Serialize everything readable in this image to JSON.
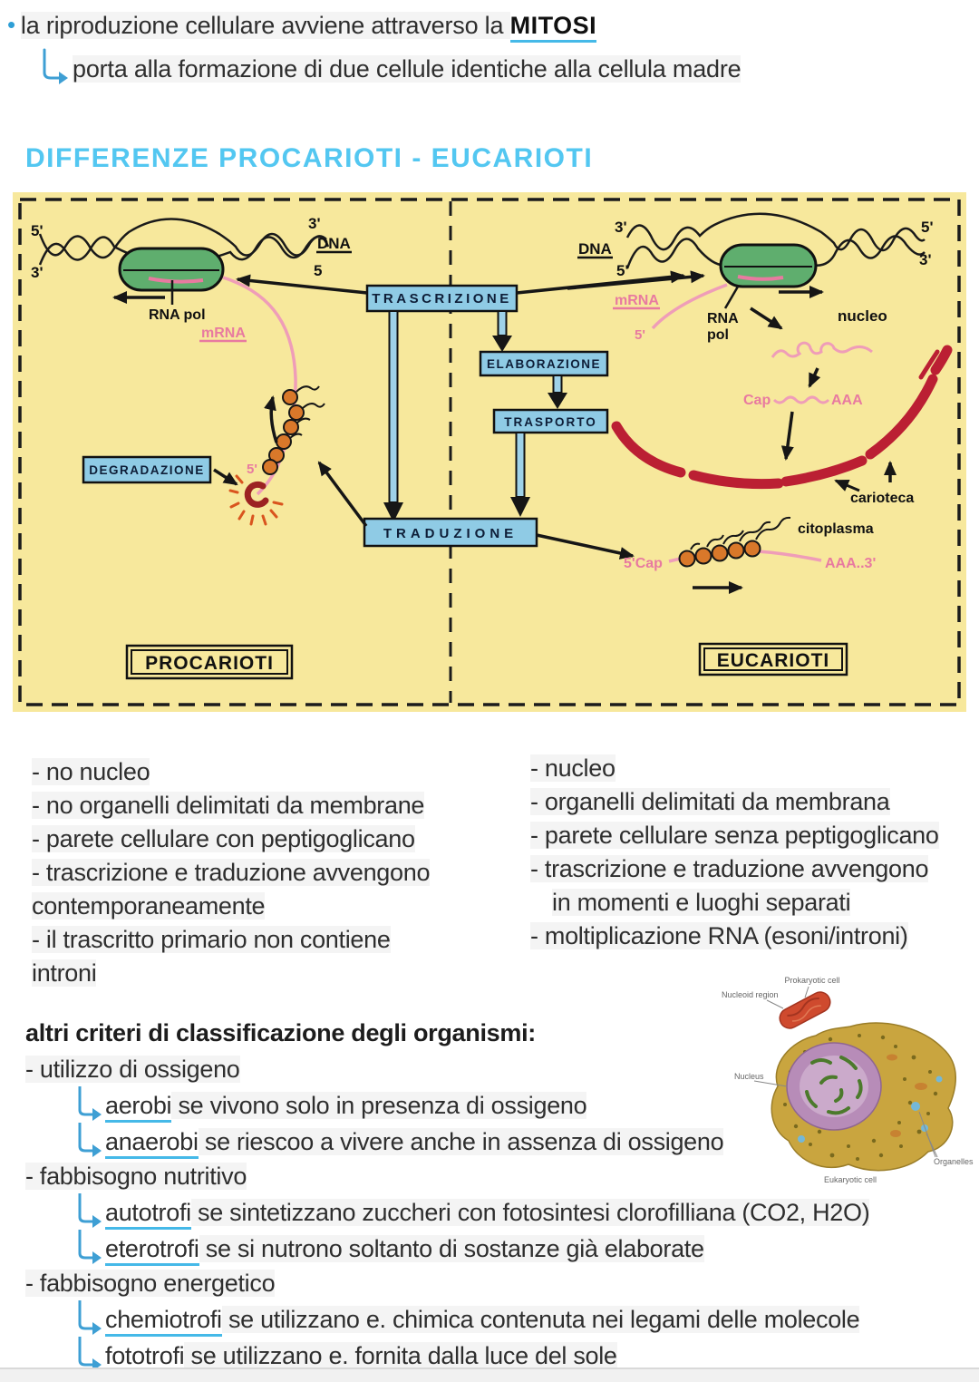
{
  "colors": {
    "accent_cyan": "#53c7f1",
    "link_blue": "#3e9fd4",
    "underline_blue": "#45b9e8",
    "diagram_yellow": "#f7e89c",
    "process_box_blue": "#8fcbe5",
    "mrna_pink": "#e87aa0",
    "carioteca_red": "#bb1f33",
    "rna_pol_green": "#5fae6e",
    "ribosome_orange": "#d9782a"
  },
  "icons": {
    "bullet_icon": "•",
    "elbow_arrow_icon": "↳"
  },
  "intro": {
    "line1_pre": "la riproduzione cellulare avviene attraverso la ",
    "line1_keyword": "MITOSI",
    "line2": "porta alla formazione di due cellule identiche alla cellula madre"
  },
  "heading": "DIFFERENZE PROCARIOTI - EUCARIOTI",
  "diagram": {
    "process_boxes": {
      "trascrizione": "TRASCRIZIONE",
      "elaborazione": "ELABORAZIONE",
      "trasporto": "TRASPORTO",
      "traduzione": "TRADUZIONE",
      "degradazione": "DEGRADAZIONE"
    },
    "section_labels": {
      "procarioti": "PROCARIOTI",
      "eucarioti": "EUCARIOTI"
    },
    "labels": {
      "dna": "DNA",
      "rna_pol": "RNA pol",
      "rna": "RNA",
      "pol": "pol",
      "mrna": "mRNA",
      "nucleo": "nucleo",
      "carioteca": "carioteca",
      "citoplasma": "citoplasma",
      "cap": "Cap",
      "aaa": "AAA",
      "five_cap": "5'Cap",
      "aaa_3": "AAA..3'",
      "five_prime": "5'",
      "three_prime": "3'",
      "five": "5",
      "three": "3"
    }
  },
  "comparison": {
    "left": [
      "- no nucleo",
      "- no organelli delimitati da membrane",
      "- parete cellulare con peptigoglicano",
      "- trascrizione e traduzione avvengono",
      "contemporaneamente",
      "- il trascritto primario non contiene",
      "introni"
    ],
    "right": [
      "- nucleo",
      "- organelli delimitati da membrana",
      "- parete cellulare senza peptigoglicano",
      "- trascrizione e traduzione avvengono",
      "in momenti e luoghi separati",
      "- moltiplicazione RNA (esoni/introni)"
    ]
  },
  "criteria": {
    "title": "altri criteri di classificazione degli organismi:",
    "groups": [
      {
        "label": "- utilizzo di ossigeno",
        "subs": [
          {
            "kw": "aerobi",
            "rest": " se vivono solo in presenza di ossigeno"
          },
          {
            "kw": "anaerobi",
            "rest": " se riescoo a vivere anche in assenza di ossigeno"
          }
        ]
      },
      {
        "label": "- fabbisogno nutritivo",
        "subs": [
          {
            "kw": "autotrofi",
            "rest": " se sintetizzano zuccheri con fotosintesi clorofilliana (CO2, H2O)"
          },
          {
            "kw": "eterotrofi",
            "rest": " se si nutrono soltanto di sostanze già elaborate"
          }
        ]
      },
      {
        "label": "- fabbisogno energetico",
        "subs": [
          {
            "kw": "chemiotrofi",
            "rest": " se utilizzano e. chimica contenuta nei legami delle molecole"
          },
          {
            "kw": "fototrofi",
            "rest": " se utilizzano e. fornita dalla luce del sole"
          }
        ]
      }
    ]
  },
  "cell_figure": {
    "prokaryotic_cell": "Prokaryotic cell",
    "nucleoid_region": "Nucleoid region",
    "nucleus": "Nucleus",
    "eukaryotic_cell": "Eukaryotic cell",
    "organelles": "Organelles"
  }
}
